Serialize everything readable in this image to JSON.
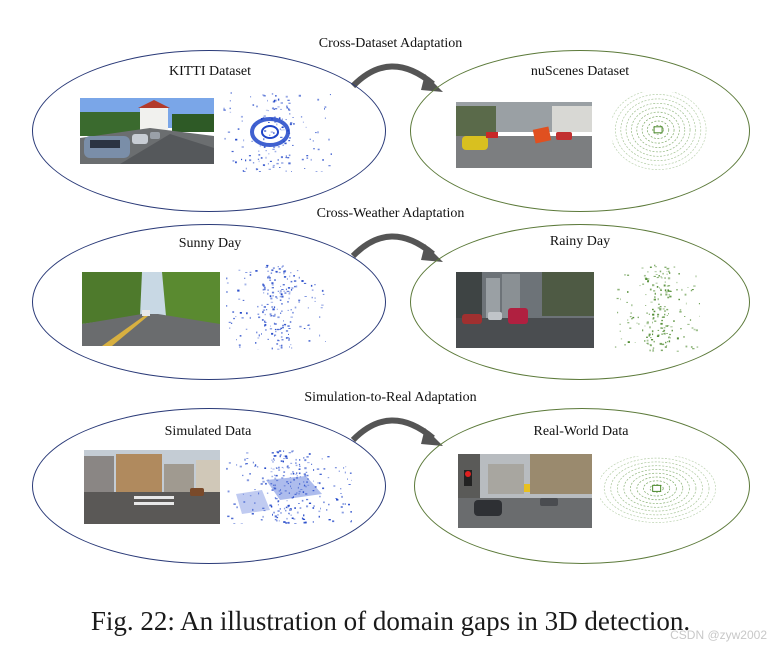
{
  "colors": {
    "source_ellipse": "#2a3a78",
    "target_ellipse": "#5c7a3a",
    "arrow": "#555555",
    "source_points": "#1f45c8",
    "target_points": "#4d8a2e"
  },
  "rows": [
    {
      "title": "Cross-Dataset Adaptation",
      "source_label": "KITTI Dataset",
      "target_label": "nuScenes Dataset"
    },
    {
      "title": "Cross-Weather Adaptation",
      "source_label": "Sunny Day",
      "target_label": "Rainy Day"
    },
    {
      "title": "Simulation-to-Real Adaptation",
      "source_label": "Simulated Data",
      "target_label": "Real-World Data"
    }
  ],
  "caption": "Fig. 22: An illustration of domain gaps in 3D detection.",
  "watermark": "CSDN @zyw2002"
}
